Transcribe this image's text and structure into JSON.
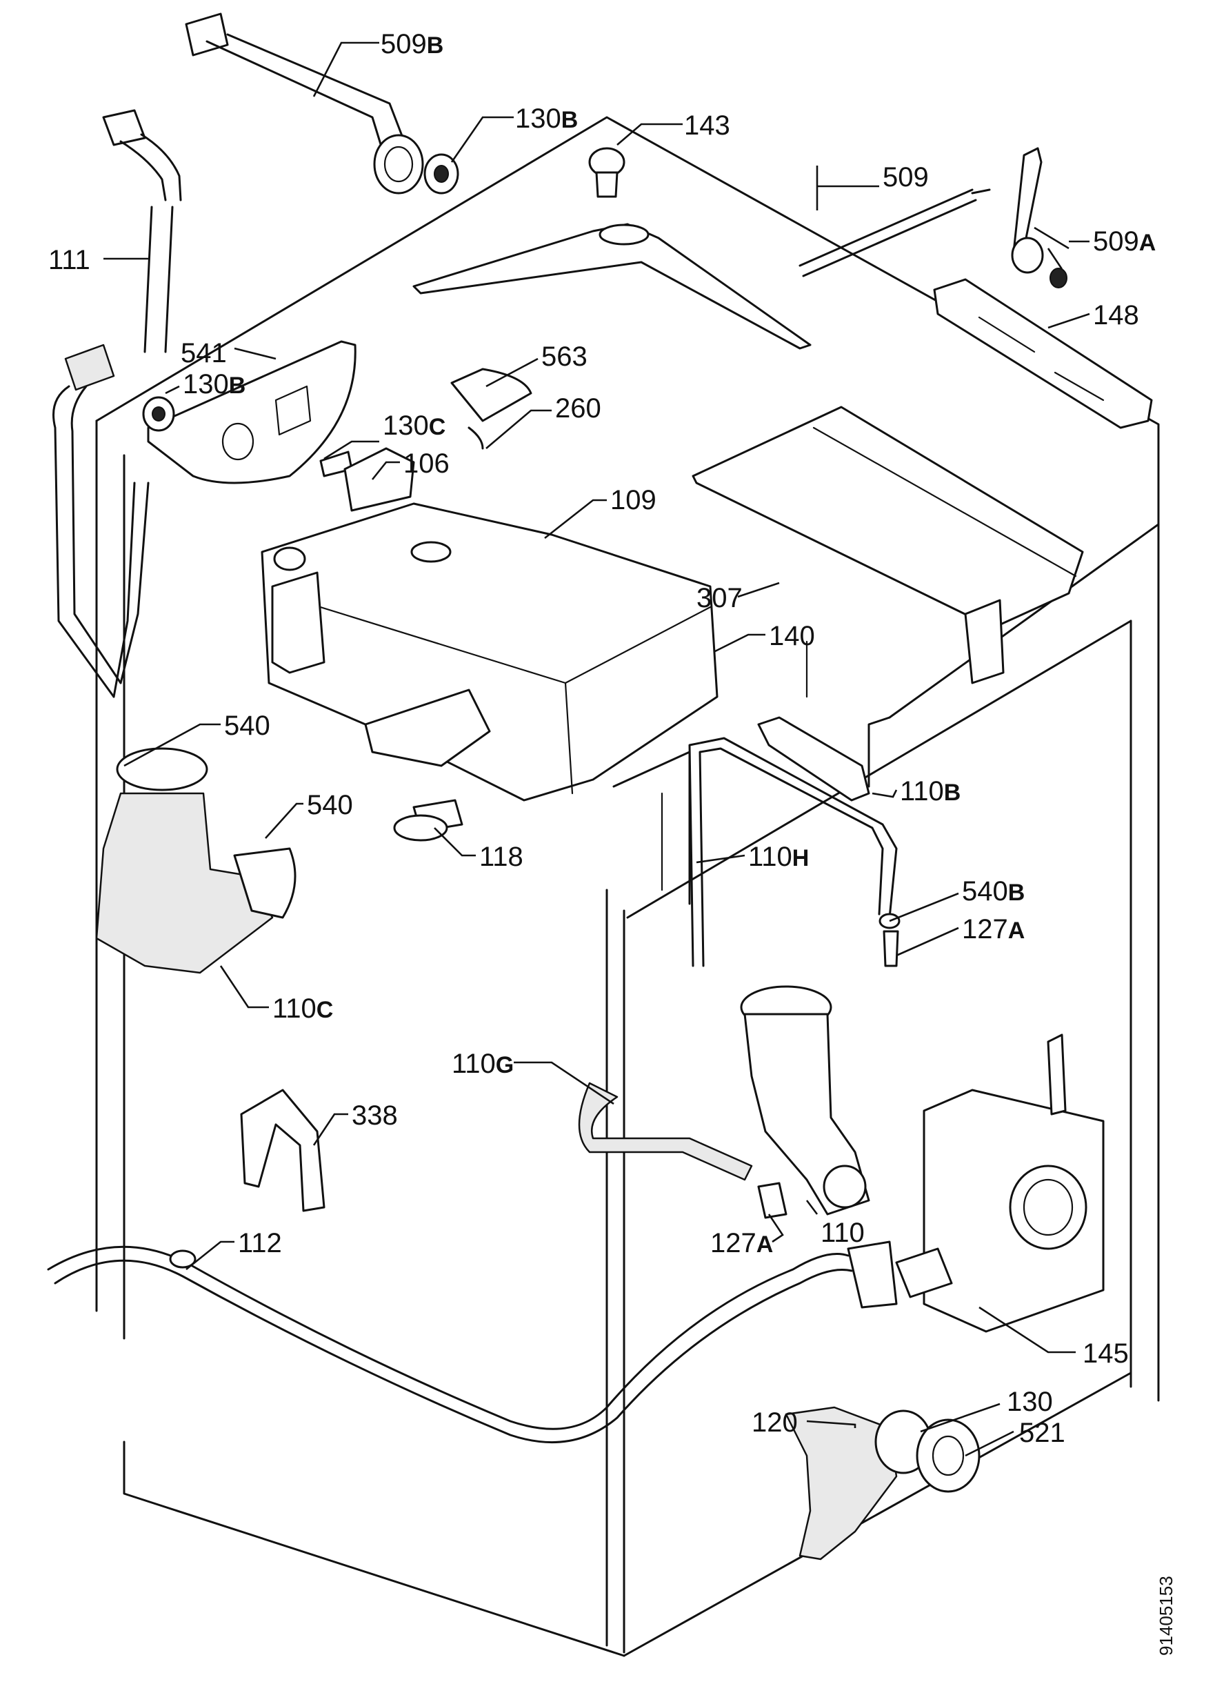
{
  "document_number": "91405153",
  "labels": [
    {
      "id": "509b",
      "num": "509",
      "suf": "B"
    },
    {
      "id": "130b-top",
      "num": "130",
      "suf": "B"
    },
    {
      "id": "143",
      "num": "143",
      "suf": ""
    },
    {
      "id": "509",
      "num": "509",
      "suf": ""
    },
    {
      "id": "509a",
      "num": "509",
      "suf": "A"
    },
    {
      "id": "111",
      "num": "111",
      "suf": ""
    },
    {
      "id": "148",
      "num": "148",
      "suf": ""
    },
    {
      "id": "541",
      "num": "541",
      "suf": ""
    },
    {
      "id": "130b-mid",
      "num": "130",
      "suf": "B"
    },
    {
      "id": "563",
      "num": "563",
      "suf": ""
    },
    {
      "id": "260",
      "num": "260",
      "suf": ""
    },
    {
      "id": "130c",
      "num": "130",
      "suf": "C"
    },
    {
      "id": "106",
      "num": "106",
      "suf": ""
    },
    {
      "id": "109",
      "num": "109",
      "suf": ""
    },
    {
      "id": "307",
      "num": "307",
      "suf": ""
    },
    {
      "id": "140",
      "num": "140",
      "suf": ""
    },
    {
      "id": "540-a",
      "num": "540",
      "suf": ""
    },
    {
      "id": "540-b",
      "num": "540",
      "suf": ""
    },
    {
      "id": "110b",
      "num": "110",
      "suf": "B"
    },
    {
      "id": "118",
      "num": "118",
      "suf": ""
    },
    {
      "id": "110h",
      "num": "110",
      "suf": "H"
    },
    {
      "id": "540b",
      "num": "540",
      "suf": "B"
    },
    {
      "id": "127a-right",
      "num": "127",
      "suf": "A"
    },
    {
      "id": "110c",
      "num": "110",
      "suf": "C"
    },
    {
      "id": "110g",
      "num": "110",
      "suf": "G"
    },
    {
      "id": "338",
      "num": "338",
      "suf": ""
    },
    {
      "id": "127a-mid",
      "num": "127",
      "suf": "A"
    },
    {
      "id": "110",
      "num": "110",
      "suf": ""
    },
    {
      "id": "112",
      "num": "112",
      "suf": ""
    },
    {
      "id": "145",
      "num": "145",
      "suf": ""
    },
    {
      "id": "130",
      "num": "130",
      "suf": ""
    },
    {
      "id": "120",
      "num": "120",
      "suf": ""
    },
    {
      "id": "521",
      "num": "521",
      "suf": ""
    }
  ]
}
